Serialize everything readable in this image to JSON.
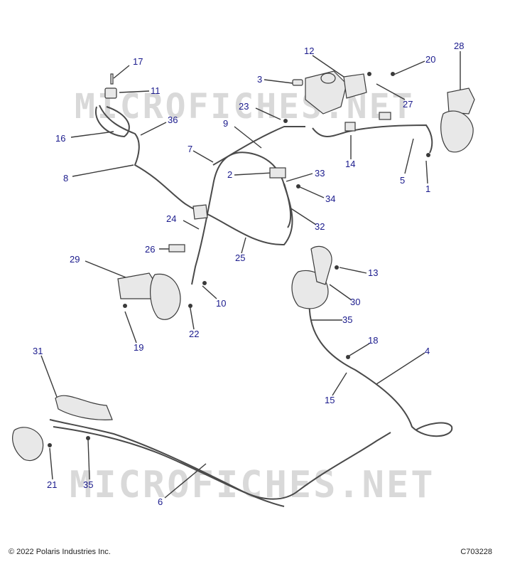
{
  "watermarks": [
    "MICROFICHES.NET",
    "MICROFICHES.NET"
  ],
  "footer": {
    "copyright": "© 2022 Polaris Industries Inc.",
    "diagram_code": "C703228"
  },
  "callouts": [
    "1",
    "2",
    "3",
    "4",
    "5",
    "6",
    "7",
    "8",
    "9",
    "10",
    "11",
    "12",
    "13",
    "14",
    "15",
    "16",
    "17",
    "18",
    "19",
    "20",
    "21",
    "22",
    "23",
    "24",
    "25",
    "26",
    "27",
    "28",
    "29",
    "30",
    "31",
    "32",
    "33",
    "34",
    "35",
    "35",
    "36"
  ],
  "colors": {
    "callout": "#1a1a8c",
    "line": "#3a3a3a",
    "part_fill": "#e8e8e8",
    "watermark": "#d9d9d9"
  }
}
